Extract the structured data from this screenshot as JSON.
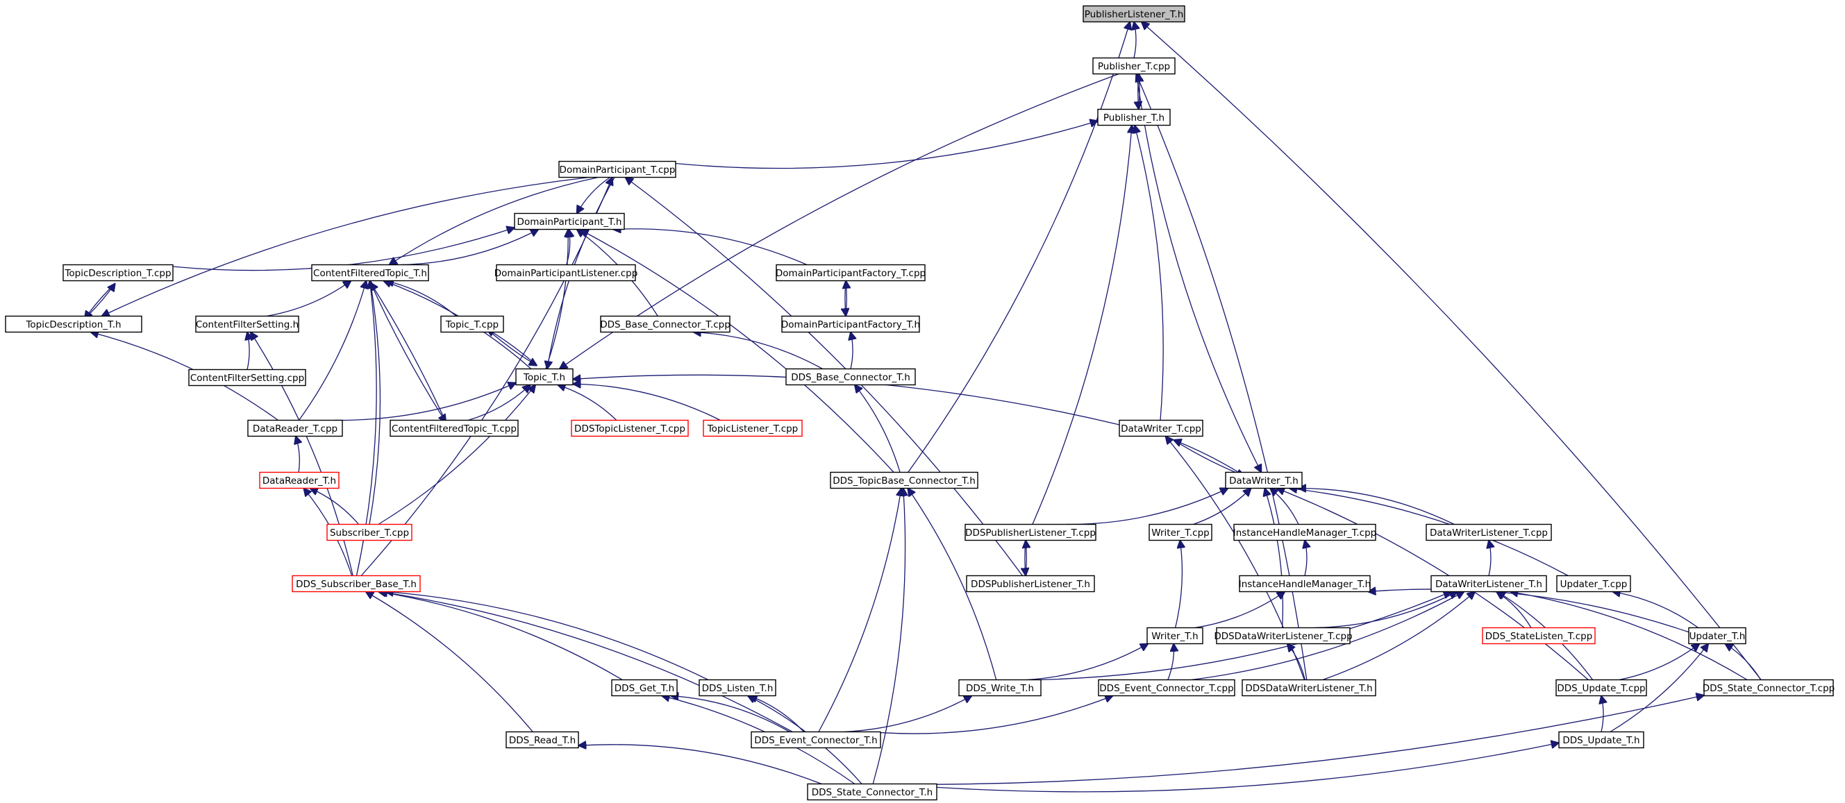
{
  "diagram": {
    "nodes": [
      {
        "id": "plt_h",
        "label": "PublisherListener_T.h",
        "style": "root"
      },
      {
        "id": "pub_cpp",
        "label": "Publisher_T.cpp"
      },
      {
        "id": "pub_h",
        "label": "Publisher_T.h"
      },
      {
        "id": "dp_cpp",
        "label": "DomainParticipant_T.cpp"
      },
      {
        "id": "dp_h",
        "label": "DomainParticipant_T.h"
      },
      {
        "id": "td_cpp",
        "label": "TopicDescription_T.cpp"
      },
      {
        "id": "cft_h",
        "label": "ContentFilteredTopic_T.h"
      },
      {
        "id": "dpl_cpp",
        "label": "DomainParticipantListener.cpp"
      },
      {
        "id": "dpf_cpp",
        "label": "DomainParticipantFactory_T.cpp"
      },
      {
        "id": "td_h",
        "label": "TopicDescription_T.h"
      },
      {
        "id": "cfs_h",
        "label": "ContentFilterSetting.h"
      },
      {
        "id": "topic_cpp",
        "label": "Topic_T.cpp"
      },
      {
        "id": "dbc_cpp",
        "label": "DDS_Base_Connector_T.cpp"
      },
      {
        "id": "dpf_h",
        "label": "DomainParticipantFactory_T.h"
      },
      {
        "id": "cfs_cpp",
        "label": "ContentFilterSetting.cpp"
      },
      {
        "id": "topic_h",
        "label": "Topic_T.h"
      },
      {
        "id": "dbc_h",
        "label": "DDS_Base_Connector_T.h"
      },
      {
        "id": "dr_cpp",
        "label": "DataReader_T.cpp"
      },
      {
        "id": "cft_cpp",
        "label": "ContentFilteredTopic_T.cpp"
      },
      {
        "id": "ddstl_cpp",
        "label": "DDSTopicListener_T.cpp",
        "style": "red"
      },
      {
        "id": "tl_cpp",
        "label": "TopicListener_T.cpp",
        "style": "red"
      },
      {
        "id": "dw_cpp",
        "label": "DataWriter_T.cpp"
      },
      {
        "id": "dr_h",
        "label": "DataReader_T.h",
        "style": "red"
      },
      {
        "id": "dtbc_h",
        "label": "DDS_TopicBase_Connector_T.h"
      },
      {
        "id": "dw_h",
        "label": "DataWriter_T.h"
      },
      {
        "id": "sub_cpp",
        "label": "Subscriber_T.cpp",
        "style": "red"
      },
      {
        "id": "ddspl_cpp",
        "label": "DDSPublisherListener_T.cpp"
      },
      {
        "id": "writer_cpp",
        "label": "Writer_T.cpp"
      },
      {
        "id": "ihm_cpp",
        "label": "InstanceHandleManager_T.cpp"
      },
      {
        "id": "dwl_cpp",
        "label": "DataWriterListener_T.cpp"
      },
      {
        "id": "dsb_h",
        "label": "DDS_Subscriber_Base_T.h",
        "style": "red"
      },
      {
        "id": "ddspl_h",
        "label": "DDSPublisherListener_T.h"
      },
      {
        "id": "ihm_h",
        "label": "InstanceHandleManager_T.h"
      },
      {
        "id": "dwl_h",
        "label": "DataWriterListener_T.h"
      },
      {
        "id": "upd_cpp",
        "label": "Updater_T.cpp"
      },
      {
        "id": "writer_h",
        "label": "Writer_T.h"
      },
      {
        "id": "ddsdwl_cpp",
        "label": "DDSDataWriterListener_T.cpp"
      },
      {
        "id": "dsl_cpp",
        "label": "DDS_StateListen_T.cpp",
        "style": "red"
      },
      {
        "id": "upd_h",
        "label": "Updater_T.h"
      },
      {
        "id": "dget_h",
        "label": "DDS_Get_T.h"
      },
      {
        "id": "dlisten_h",
        "label": "DDS_Listen_T.h"
      },
      {
        "id": "dwrite_h",
        "label": "DDS_Write_T.h"
      },
      {
        "id": "dec_cpp",
        "label": "DDS_Event_Connector_T.cpp"
      },
      {
        "id": "ddsdwl_h",
        "label": "DDSDataWriterListener_T.h"
      },
      {
        "id": "dupd_cpp",
        "label": "DDS_Update_T.cpp"
      },
      {
        "id": "dsc_cpp",
        "label": "DDS_State_Connector_T.cpp"
      },
      {
        "id": "dread_h",
        "label": "DDS_Read_T.h"
      },
      {
        "id": "dec_h",
        "label": "DDS_Event_Connector_T.h"
      },
      {
        "id": "dupd_h",
        "label": "DDS_Update_T.h"
      },
      {
        "id": "dsc_h",
        "label": "DDS_State_Connector_T.h"
      }
    ],
    "edges": [
      [
        "pub_cpp",
        "plt_h"
      ],
      [
        "dtbc_h",
        "plt_h"
      ],
      [
        "dsc_cpp",
        "plt_h"
      ],
      [
        "pub_cpp",
        "pub_h"
      ],
      [
        "pub_h",
        "pub_cpp"
      ],
      [
        "dp_cpp",
        "pub_h"
      ],
      [
        "dw_cpp",
        "pub_h"
      ],
      [
        "ddspl_cpp",
        "pub_h"
      ],
      [
        "dp_cpp",
        "dp_h"
      ],
      [
        "dpl_cpp",
        "dp_h"
      ],
      [
        "dpf_cpp",
        "dp_h"
      ],
      [
        "cft_h",
        "dp_h"
      ],
      [
        "td_cpp",
        "dp_h"
      ],
      [
        "dbc_cpp",
        "dp_h"
      ],
      [
        "topic_h",
        "dp_h"
      ],
      [
        "dtbc_h",
        "dp_h"
      ],
      [
        "dp_cpp",
        "cft_h"
      ],
      [
        "dp_cpp",
        "td_h"
      ],
      [
        "td_cpp",
        "td_h"
      ],
      [
        "td_h",
        "td_cpp"
      ],
      [
        "dr_cpp",
        "td_h"
      ],
      [
        "dp_cpp",
        "topic_h"
      ],
      [
        "pub_cpp",
        "topic_h"
      ],
      [
        "cfs_h",
        "cft_h"
      ],
      [
        "topic_cpp",
        "cft_h"
      ],
      [
        "dr_cpp",
        "cft_h"
      ],
      [
        "cft_cpp",
        "cft_h"
      ],
      [
        "cft_h",
        "cft_cpp"
      ],
      [
        "sub_cpp",
        "cft_h"
      ],
      [
        "dsb_h",
        "cft_h"
      ],
      [
        "topic_h",
        "cft_h"
      ],
      [
        "cfs_cpp",
        "cfs_h"
      ],
      [
        "dsb_h",
        "cfs_h"
      ],
      [
        "topic_cpp",
        "topic_h"
      ],
      [
        "topic_h",
        "topic_cpp"
      ],
      [
        "dr_cpp",
        "topic_h"
      ],
      [
        "cft_cpp",
        "topic_h"
      ],
      [
        "ddstl_cpp",
        "topic_h"
      ],
      [
        "tl_cpp",
        "topic_h"
      ],
      [
        "dw_cpp",
        "topic_h"
      ],
      [
        "sub_cpp",
        "topic_h"
      ],
      [
        "dpf_h",
        "dpf_cpp"
      ],
      [
        "dpf_cpp",
        "dpf_h"
      ],
      [
        "dbc_h",
        "dpf_h"
      ],
      [
        "dbc_h",
        "dbc_cpp"
      ],
      [
        "dtbc_h",
        "dbc_h"
      ],
      [
        "dr_h",
        "dr_cpp"
      ],
      [
        "sub_cpp",
        "dr_h"
      ],
      [
        "dsb_h",
        "dr_h"
      ],
      [
        "dsb_h",
        "dp_cpp"
      ],
      [
        "dec_h",
        "dtbc_h"
      ],
      [
        "dsc_h",
        "dtbc_h"
      ],
      [
        "dwrite_h",
        "dtbc_h"
      ],
      [
        "ddspl_h",
        "dp_cpp"
      ],
      [
        "dw_h",
        "dw_cpp"
      ],
      [
        "dw_cpp",
        "dw_h"
      ],
      [
        "pub_cpp",
        "dw_h"
      ],
      [
        "ddspl_cpp",
        "dw_h"
      ],
      [
        "writer_cpp",
        "dw_h"
      ],
      [
        "ihm_cpp",
        "dw_h"
      ],
      [
        "dwl_cpp",
        "dw_h"
      ],
      [
        "upd_cpp",
        "dw_h"
      ],
      [
        "ddsdwl_cpp",
        "dw_h"
      ],
      [
        "dupd_cpp",
        "dw_h"
      ],
      [
        "ddspl_h",
        "ddspl_cpp"
      ],
      [
        "ddspl_cpp",
        "ddspl_h"
      ],
      [
        "ddsdwl_h",
        "pub_cpp"
      ],
      [
        "writer_h",
        "writer_cpp"
      ],
      [
        "ihm_h",
        "ihm_cpp"
      ],
      [
        "writer_h",
        "ihm_h"
      ],
      [
        "dwl_h",
        "dwl_cpp"
      ],
      [
        "ddsdwl_cpp",
        "dwl_h"
      ],
      [
        "dsl_cpp",
        "dwl_h"
      ],
      [
        "dupd_cpp",
        "dwl_h"
      ],
      [
        "dsc_cpp",
        "dwl_h"
      ],
      [
        "ddsdwl_h",
        "dwl_h"
      ],
      [
        "dwrite_h",
        "dwl_h"
      ],
      [
        "dec_cpp",
        "dwl_h"
      ],
      [
        "upd_h",
        "upd_cpp"
      ],
      [
        "ddsdwl_h",
        "dw_cpp"
      ],
      [
        "ddsdwl_h",
        "ddsdwl_cpp"
      ],
      [
        "dwrite_h",
        "writer_h"
      ],
      [
        "dec_cpp",
        "writer_h"
      ],
      [
        "upd_h",
        "ihm_h"
      ],
      [
        "dupd_cpp",
        "upd_h"
      ],
      [
        "dsc_cpp",
        "upd_h"
      ],
      [
        "dupd_h",
        "upd_h"
      ],
      [
        "dupd_h",
        "dupd_cpp"
      ],
      [
        "dget_h",
        "dsb_h"
      ],
      [
        "dlisten_h",
        "dsb_h"
      ],
      [
        "dread_h",
        "dsb_h"
      ],
      [
        "dec_h",
        "dsb_h"
      ],
      [
        "dec_h",
        "dget_h"
      ],
      [
        "dec_h",
        "dlisten_h"
      ],
      [
        "dec_h",
        "dwrite_h"
      ],
      [
        "dec_h",
        "dec_cpp"
      ],
      [
        "dsc_h",
        "dget_h"
      ],
      [
        "dsc_h",
        "dlisten_h"
      ],
      [
        "dsc_h",
        "dread_h"
      ],
      [
        "dsc_h",
        "dupd_h"
      ],
      [
        "dsc_h",
        "dsc_cpp"
      ]
    ]
  }
}
